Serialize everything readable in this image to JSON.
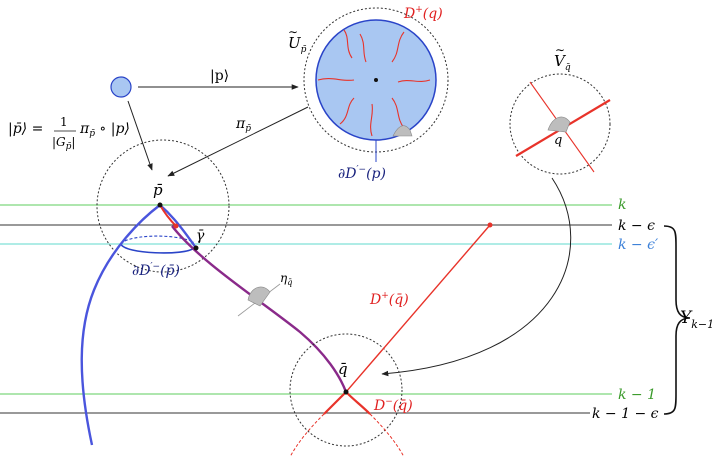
{
  "labels": {
    "p_ket": "|p⟩",
    "p_bar_def_lhs": "|p̄⟩ =",
    "p_bar_def_frac_num": "1",
    "p_bar_def_frac_den": "|G",
    "p_bar_def_frac_den_sub": "p̄",
    "p_bar_def_frac_den_close": "|",
    "p_bar_def_rhs": "π",
    "p_bar_def_rhs_sub": "p̄",
    "p_bar_def_rhs_tail": " ∘ |p⟩",
    "pi_map": "π",
    "pi_map_sub": "p̄",
    "U_tilde": "U",
    "U_tilde_sub": "p̄",
    "D_plus_q_top": "D",
    "D_plus_q_top_sup": "+",
    "D_plus_q_top_arg": "(q)",
    "dD_minus_p": "∂D",
    "dD_minus_p_sup": "′−",
    "dD_minus_p_arg": "(p)",
    "V_tilde": "V",
    "V_tilde_sub": "q̄",
    "q_small": "q",
    "p_bar": "p̄",
    "gamma_bar": "γ̄",
    "dD_minus_pbar": "∂D",
    "dD_minus_pbar_sup": "′−",
    "dD_minus_pbar_arg": "(p̄)",
    "eta": "η",
    "eta_sub": "q̄",
    "D_plus_qbar": "D",
    "D_plus_qbar_sup": "+",
    "D_plus_qbar_arg": "(q̄)",
    "q_bar": "q̄",
    "D_minus_qbar": "D",
    "D_minus_qbar_sup": "−",
    "D_minus_qbar_arg": "(q̄)",
    "level_k": "k",
    "level_k_minus_eps": "k − ϵ",
    "level_k_minus_epsprime": "k − ϵ′",
    "level_k_minus_1": "k − 1",
    "level_k_minus_1_minus_eps": "k − 1 − ϵ",
    "Y": "Y",
    "Y_sub": "k−1"
  },
  "colors": {
    "green_line": "#7dd67d",
    "cyan_line": "#7fe0d8",
    "black_line": "#333333",
    "blue_curve": "#4a55dd",
    "purple_curve": "#8a2a8a",
    "red": "#e8332a",
    "disk_fill": "#a9c7f2",
    "disk_stroke": "#2a44c8",
    "navy_text": "#1a237e",
    "green_text": "#3a9a2a",
    "cyan_text": "#3a7fd8",
    "red_text": "#e02020",
    "grey_bump": "#bdbdbd"
  }
}
